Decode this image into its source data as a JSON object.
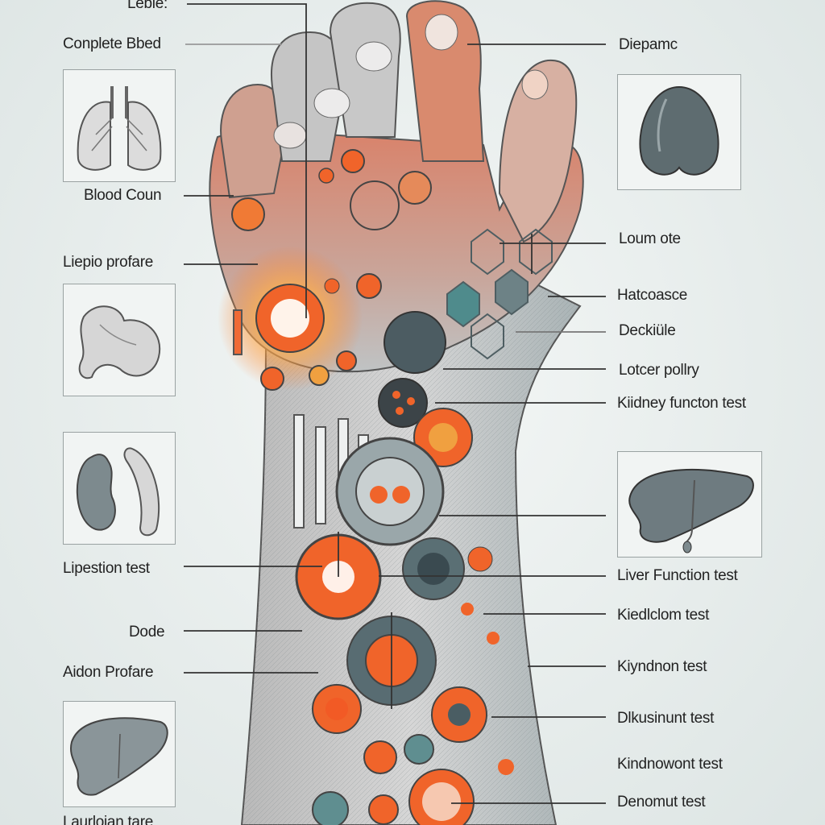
{
  "left_labels": [
    {
      "text": "Leble:"
    },
    {
      "text": "Conplete Bbed"
    },
    {
      "text": "Blood Coun"
    },
    {
      "text": "Liepio profare"
    },
    {
      "text": "Lipestion test"
    },
    {
      "text": "Dode"
    },
    {
      "text": "Aidon Profare"
    },
    {
      "text": "Laurloian tare"
    }
  ],
  "right_labels": [
    {
      "text": "Diepamc"
    },
    {
      "text": "Loum ote"
    },
    {
      "text": "Hatcoasce"
    },
    {
      "text": "Deckiüle"
    },
    {
      "text": "Lotcer pollry"
    },
    {
      "text": "Kiidney functon test"
    },
    {
      "text": "Liver Function test"
    },
    {
      "text": "Kiedlclom test"
    },
    {
      "text": "Kiyndnon test"
    },
    {
      "text": "Dlkusinunt test"
    },
    {
      "text": "Kindnowont test"
    },
    {
      "text": "Denomut test"
    }
  ],
  "organ_cards": [
    {
      "icon": "lungs-icon"
    },
    {
      "icon": "pancreas-icon"
    },
    {
      "icon": "kidney-icon"
    },
    {
      "icon": "liver-icon"
    },
    {
      "icon": "heart-icon"
    },
    {
      "icon": "liver-icon"
    }
  ],
  "colors": {
    "accent_orange": "#f0642a",
    "skin": "#c9c9c9",
    "teal": "#4a6f74",
    "line": "#333333"
  }
}
